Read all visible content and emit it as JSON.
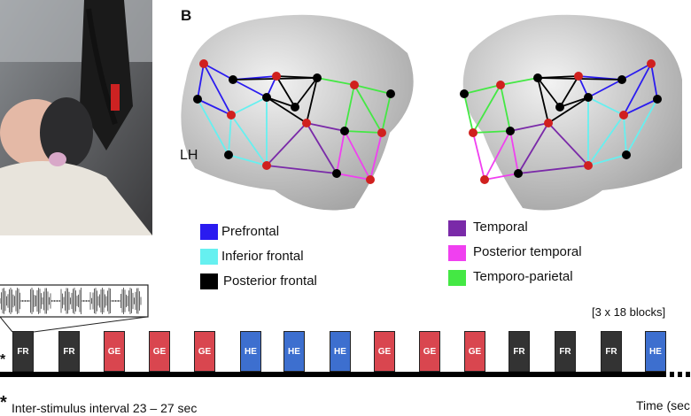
{
  "panel_label": "B",
  "hemisphere_label": "LH",
  "legend": {
    "left": [
      {
        "label": "Prefrontal",
        "color": "#2a1bf0"
      },
      {
        "label": "Inferior frontal",
        "color": "#66f0f0"
      },
      {
        "label": "Posterior frontal",
        "color": "#000000"
      }
    ],
    "right": [
      {
        "label": "Temporal",
        "color": "#7a2aa8"
      },
      {
        "label": "Posterior temporal",
        "color": "#f040f0"
      },
      {
        "label": "Temporo-parietal",
        "color": "#44e844"
      }
    ]
  },
  "blocks_note": "[3 x 18 blocks]",
  "blocks": [
    {
      "label": "FR",
      "color": "#333333"
    },
    {
      "label": "FR",
      "color": "#333333"
    },
    {
      "label": "GE",
      "color": "#d9464f"
    },
    {
      "label": "GE",
      "color": "#d9464f"
    },
    {
      "label": "GE",
      "color": "#d9464f"
    },
    {
      "label": "HE",
      "color": "#3d6fcf"
    },
    {
      "label": "HE",
      "color": "#3d6fcf"
    },
    {
      "label": "HE",
      "color": "#3d6fcf"
    },
    {
      "label": "GE",
      "color": "#d9464f"
    },
    {
      "label": "GE",
      "color": "#d9464f"
    },
    {
      "label": "GE",
      "color": "#d9464f"
    },
    {
      "label": "FR",
      "color": "#333333"
    },
    {
      "label": "FR",
      "color": "#333333"
    },
    {
      "label": "FR",
      "color": "#333333"
    },
    {
      "label": "HE",
      "color": "#3d6fcf"
    }
  ],
  "asterisk": "*",
  "footnote": "Inter-stimulus interval 23 – 27 sec",
  "time_label": "Time (sec"
}
